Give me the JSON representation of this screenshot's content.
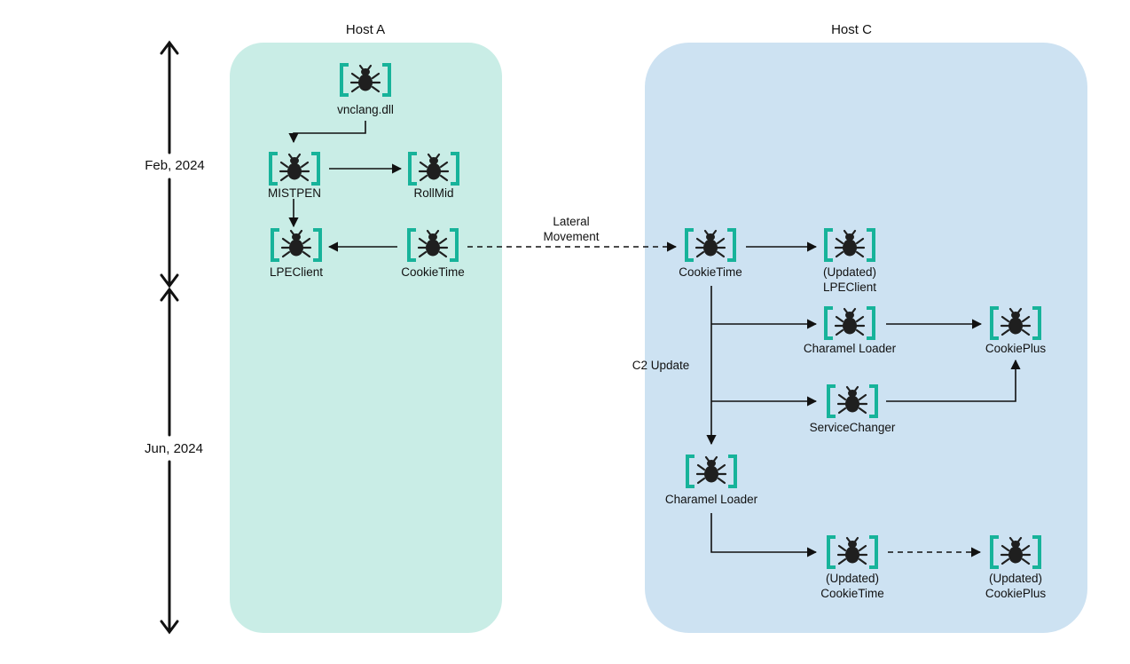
{
  "hosts": {
    "host_a": "Host A",
    "host_c": "Host C"
  },
  "timeline": {
    "feb": "Feb, 2024",
    "jun": "Jun, 2024"
  },
  "nodes": {
    "vnclang": "vnclang.dll",
    "mistpen": "MISTPEN",
    "rollmid": "RollMid",
    "lpeclient_a": "LPEClient",
    "cookietime_a": "CookieTime",
    "cookietime_c": "CookieTime",
    "lpeclient_updated_1": "(Updated)",
    "lpeclient_updated_2": "LPEClient",
    "charamel_loader_1": "Charamel Loader",
    "cookieplus": "CookiePlus",
    "servicechanger": "ServiceChanger",
    "charamel_loader_2": "Charamel Loader",
    "cookietime_updated_1": "(Updated)",
    "cookietime_updated_2": "CookieTime",
    "cookieplus_updated_1": "(Updated)",
    "cookieplus_updated_2": "CookiePlus"
  },
  "edges": {
    "lateral_1": "Lateral",
    "lateral_2": "Movement",
    "c2_update": "C2 Update"
  },
  "colors": {
    "host_a_bg": "#c9ede6",
    "host_c_bg": "#cde2f2",
    "bracket": "#17b39a",
    "icon": "#1f1f1f"
  },
  "icon_name": "malware-bug-icon"
}
